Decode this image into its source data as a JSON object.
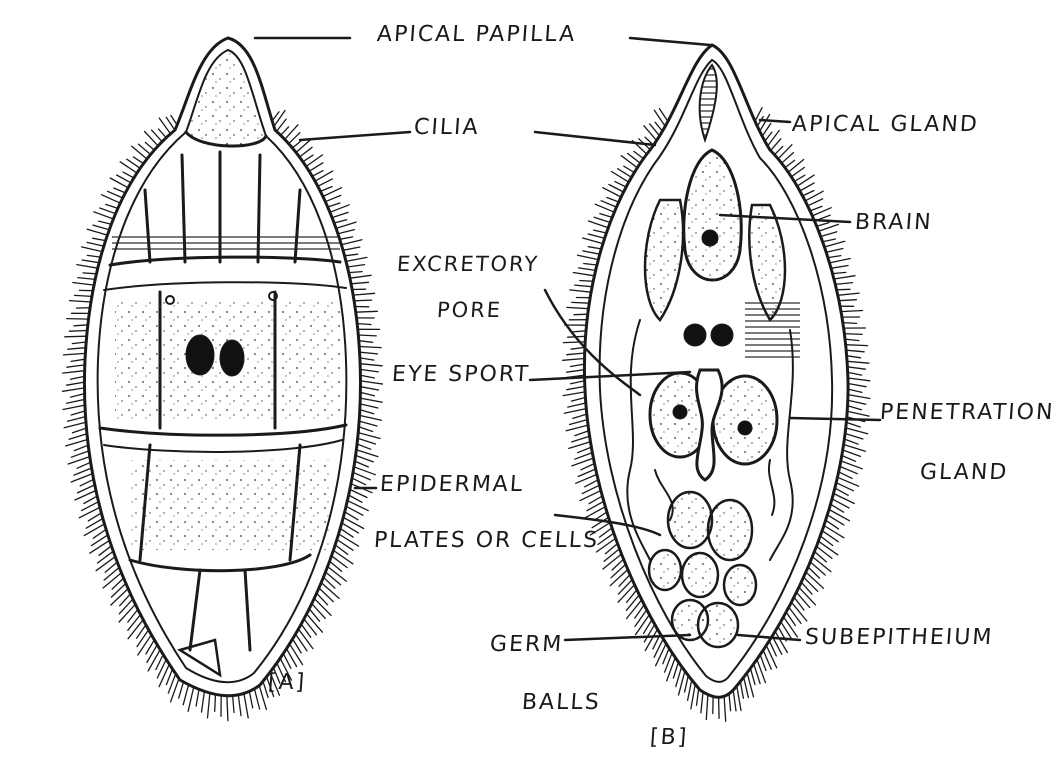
{
  "labels": {
    "apical_papilla": "APICAL PAPILLA",
    "cilia": "CILIA",
    "apical_gland": "APICAL GLAND",
    "brain": "BRAIN",
    "excretory_pore_line1": "EXCRETORY",
    "excretory_pore_line2": "PORE",
    "eye_spot": "EYE SPORT",
    "penetration_gland_line1": "PENETRATION",
    "penetration_gland_line2": "GLAND",
    "epidermal_line1": "EPIDERMAL",
    "epidermal_line2": "PLATES OR CELLS",
    "germ_balls_line1": "GERM",
    "germ_balls_line2": "BALLS",
    "subepithelium": "SUBEPITHEIUM",
    "figure_a": "[A]",
    "figure_b": "[B]"
  },
  "colors": {
    "ink": "#1a1a1a",
    "paper": "#ffffff"
  }
}
